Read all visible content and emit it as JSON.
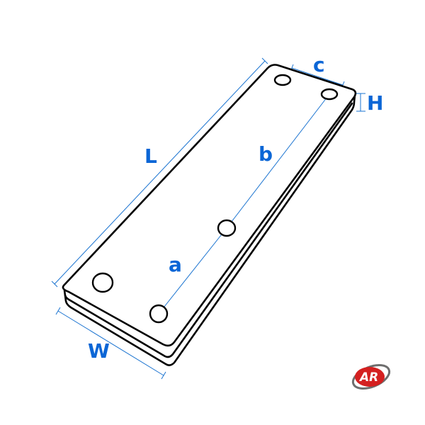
{
  "dimensions": {
    "length": "L",
    "width": "W",
    "height": "H",
    "hole_spacing_a": "a",
    "hole_spacing_b": "b",
    "hole_spacing_c": "c"
  },
  "logo": {
    "text": "AR"
  },
  "colors": {
    "dimension": "#0b66d6",
    "outline": "#000000",
    "logo_red": "#d42020",
    "logo_ring": "#6e6e6e"
  }
}
